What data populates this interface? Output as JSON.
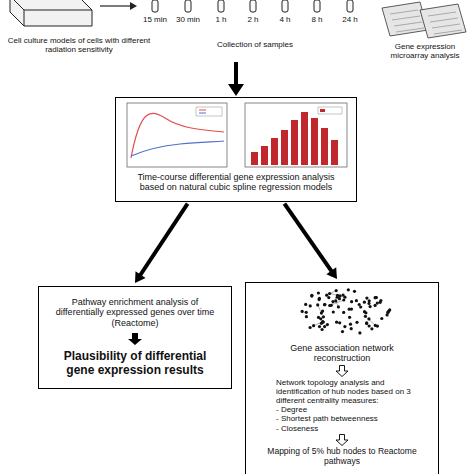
{
  "diagram": {
    "nodes": [
      {
        "text": [
          "Time-course differential gene expression analysis based on natural cubic spline regression models"
        ]
      },
      {
        "text": [
          "Pathway enrichment analysis of differentially expressed genes over time (Reactome)",
          "Plausibility of differential gene expression results"
        ]
      },
      {
        "text": [
          "Gene association network reconstruction",
          "Network topology analysis and identification of hub nodes based on 3 different centrality measures:",
          "- Degree",
          "- Shortest path betweenness",
          "- Closeness",
          "Mapping of 5% hub nodes to Reactome pathways"
        ]
      }
    ],
    "edges": [
      {
        "from": 0,
        "to": 1,
        "arrow": "to"
      },
      {
        "from": 0,
        "to": 2,
        "arrow": "to"
      }
    ],
    "labels": [
      "15 min",
      "30 min",
      "1 h",
      "2 h",
      "4 h",
      "8 h",
      "24 h",
      "Cell culture models of cells with different radiation sensitivity",
      "Collection of samples",
      "Gene expression microarray analysis"
    ]
  }
}
